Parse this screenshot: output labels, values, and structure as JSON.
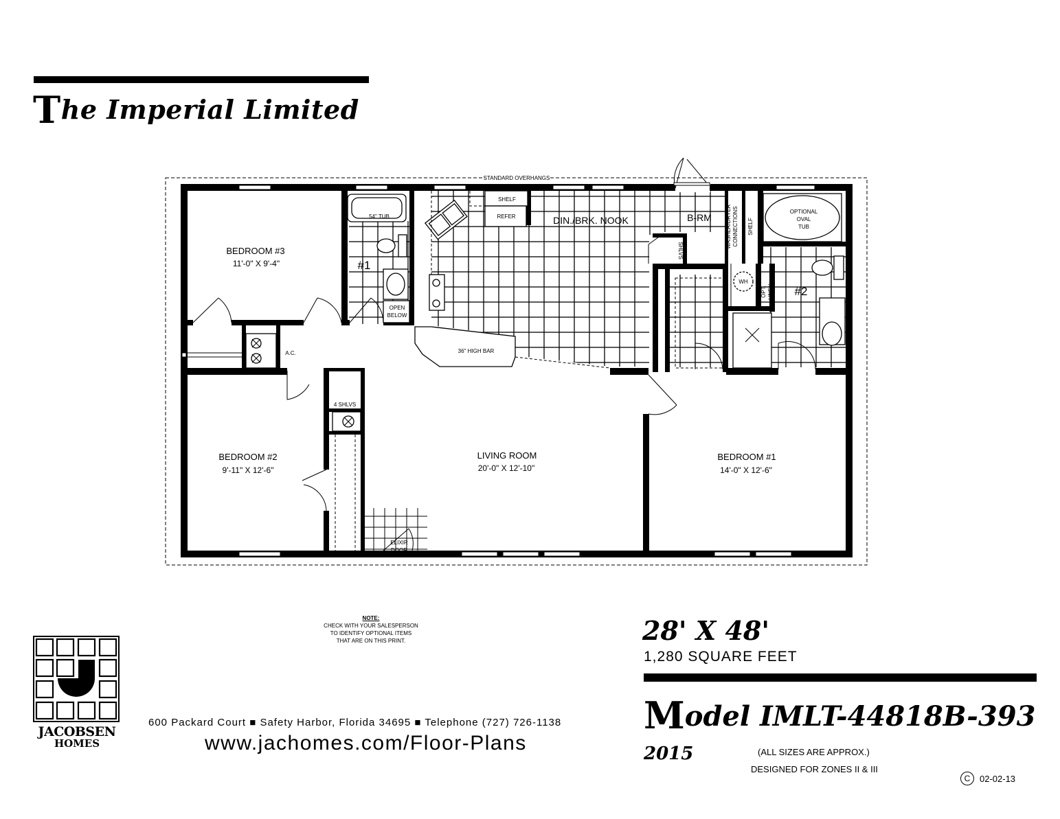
{
  "header": {
    "title": "The Imperial Limited"
  },
  "rooms": {
    "bedroom3": {
      "name": "BEDROOM #3",
      "size": "11'-0\" X 9'-4\""
    },
    "bedroom2": {
      "name": "BEDROOM #2",
      "size": "9'-11\" X 12'-6\""
    },
    "living": {
      "name": "LIVING ROOM",
      "size": "20'-0\" X 12'-10\""
    },
    "bedroom1": {
      "name": "BEDROOM #1",
      "size": "14'-0\" X 12'-6\""
    },
    "nook": "DIN./BRK. NOOK",
    "brm": "B-RM",
    "bath1": "#1",
    "bath2": "#2"
  },
  "labels": {
    "overhangs": "STANDARD OVERHANGS",
    "tub54": "54\" TUB",
    "shelf": "SHELF",
    "refer": "REFER",
    "open_below_1": "OPEN",
    "open_below_2": "BELOW",
    "high_bar": "36\" HIGH BAR",
    "ac": "A.C.",
    "shlvs_num": "4",
    "shlvs": "SHLVS",
    "shlvs_b": "4 SHLVS",
    "washer_1": "WASHER/DRYER",
    "washer_2": "CONNECTIONS",
    "shelf_v": "SHELF",
    "optional_1": "OPTIONAL",
    "optional_2": "OVAL",
    "optional_3": "TUB",
    "wh": "WH",
    "opt_linen_1": "OPT.",
    "opt_linen_2": "LINEN",
    "elixir_1": "ELIXIR",
    "elixir_2": "DOOR"
  },
  "note": {
    "heading": "NOTE:",
    "line1": "CHECK WITH YOUR SALESPERSON",
    "line2": "TO IDENTIFY OPTIONAL ITEMS",
    "line3": "THAT ARE ON THIS PRINT."
  },
  "specs": {
    "dimensions": "28' X 48'",
    "square_feet": "1,280 SQUARE FEET",
    "model": "Model IMLT-44818B-393",
    "year": "2015",
    "approx": "(ALL SIZES ARE APPROX.)",
    "zones": "DESIGNED FOR ZONES II & III",
    "revision": "02-02-13"
  },
  "company": {
    "brand_line1": "JACOBSEN",
    "brand_line2": "HOMES",
    "address": "600 Packard Court ■ Safety Harbor, Florida 34695 ■ Telephone (727) 726-1138",
    "website": "www.jachomes.com/Floor-Plans"
  }
}
